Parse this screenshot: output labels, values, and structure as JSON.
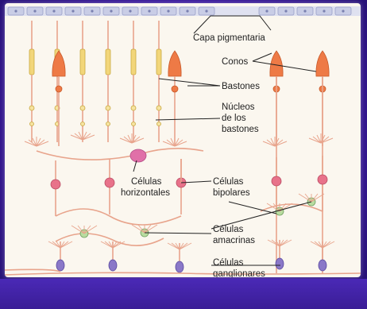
{
  "labels": {
    "pigment": "Capa pigmentaria",
    "cones": "Conos",
    "rods": "Bastones",
    "rod_nuclei": [
      "Núcleos",
      "de los",
      "bastones"
    ],
    "horizontal": [
      "Células",
      "horizontales"
    ],
    "bipolar": [
      "Células",
      "bipolares"
    ],
    "amacrine": [
      "Células",
      "amacrinas"
    ],
    "ganglion": [
      "Células",
      "ganglionares"
    ]
  },
  "colors": {
    "pigment_cell": "#c9cde6",
    "neuron": "#e8a48c",
    "rod_segment": "#f2d67a",
    "cone": "#ee7a46",
    "horizontal_cell": "#e070a8",
    "bipolar_cell": "#e8728a",
    "amacrine_cell": "#b9dca0",
    "ganglion_cell": "#8a78c8"
  }
}
